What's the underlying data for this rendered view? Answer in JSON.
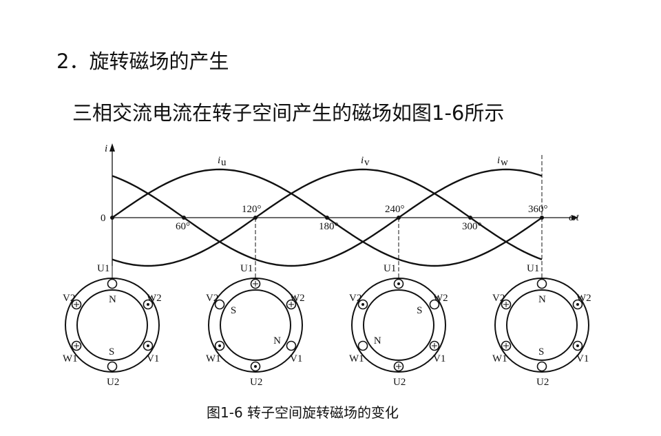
{
  "heading": "2．旋转磁场的产生",
  "subheading": "三相交流电流在转子空间产生的磁场如图1-6所示",
  "caption": "图1-6  转子空间旋转磁场的变化",
  "graph": {
    "y_label": "i",
    "x_label": "ωt",
    "origin_label": "0",
    "ticks": [
      {
        "deg": 60,
        "label": "60°"
      },
      {
        "deg": 120,
        "label": "120°"
      },
      {
        "deg": 180,
        "label": "180°"
      },
      {
        "deg": 240,
        "label": "240°"
      },
      {
        "deg": 300,
        "label": "300°"
      },
      {
        "deg": 360,
        "label": "360°"
      }
    ],
    "curves": [
      {
        "name": "iu",
        "label": "i",
        "sub": "u",
        "phase": 0
      },
      {
        "name": "iv",
        "label": "i",
        "sub": "v",
        "phase": 120
      },
      {
        "name": "iw",
        "label": "i",
        "sub": "w",
        "phase": 240
      }
    ]
  },
  "motors": [
    {
      "deg": 0,
      "slots": {
        "U1": "empty",
        "W2": "dot",
        "V1": "dot",
        "U2": "empty",
        "W1": "plus",
        "V2": "plus"
      },
      "N": "top",
      "S": "bottom"
    },
    {
      "deg": 120,
      "slots": {
        "U1": "plus",
        "W2": "plus",
        "V1": "empty",
        "U2": "dot",
        "W1": "dot",
        "V2": "empty"
      },
      "N": "lower-right",
      "S": "upper-left"
    },
    {
      "deg": 240,
      "slots": {
        "U1": "dot",
        "W2": "empty",
        "V1": "plus",
        "U2": "plus",
        "W1": "empty",
        "V2": "dot"
      },
      "N": "lower-left",
      "S": "upper-right"
    },
    {
      "deg": 360,
      "slots": {
        "U1": "empty",
        "W2": "dot",
        "V1": "dot",
        "U2": "empty",
        "W1": "plus",
        "V2": "plus"
      },
      "N": "top",
      "S": "bottom"
    }
  ],
  "pole_labels": {
    "N": "N",
    "S": "S"
  }
}
